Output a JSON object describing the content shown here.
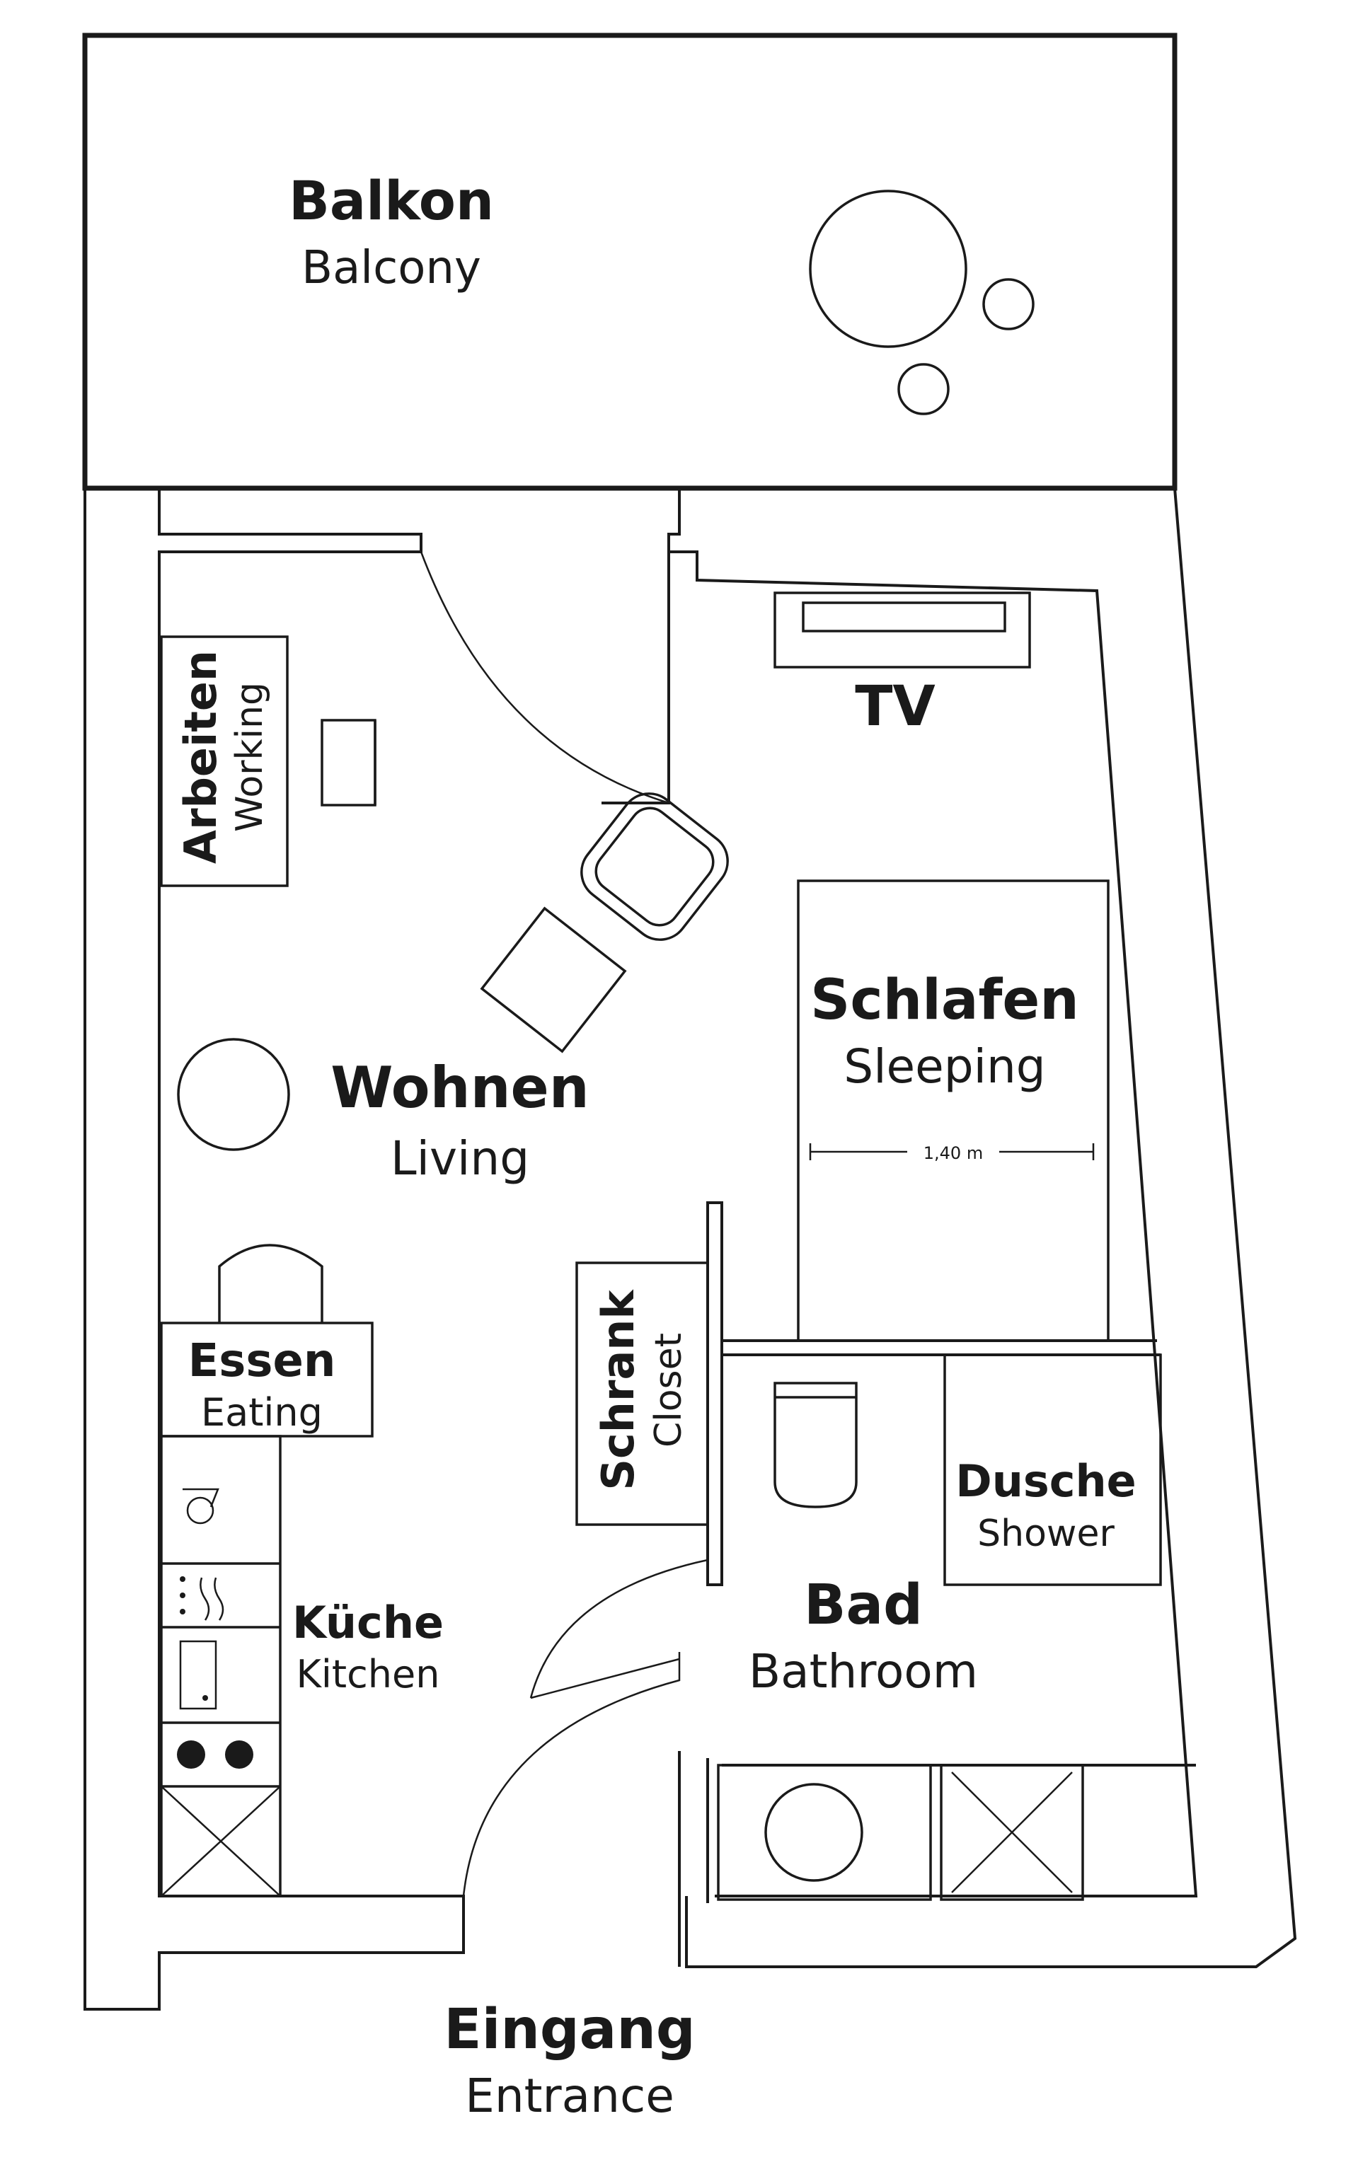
{
  "rooms": {
    "balcony": {
      "de": "Balkon",
      "en": "Balcony"
    },
    "working": {
      "de": "Arbeiten",
      "en": "Working"
    },
    "tv": {
      "de": "TV"
    },
    "sleeping": {
      "de": "Schlafen",
      "en": "Sleeping"
    },
    "living": {
      "de": "Wohnen",
      "en": "Living"
    },
    "closet": {
      "de": "Schrank",
      "en": "Closet"
    },
    "eating": {
      "de": "Essen",
      "en": "Eating"
    },
    "shower": {
      "de": "Dusche",
      "en": "Shower"
    },
    "kitchen": {
      "de": "Küche",
      "en": "Kitchen"
    },
    "bathroom": {
      "de": "Bad",
      "en": "Bathroom"
    },
    "entrance": {
      "de": "Eingang",
      "en": "Entrance"
    }
  },
  "bed_width_label": "1,40 m",
  "colors": {
    "line": "#1a1a1a",
    "background": "#ffffff"
  }
}
